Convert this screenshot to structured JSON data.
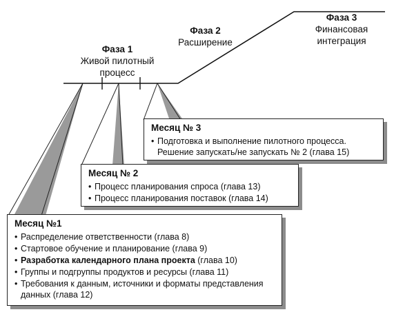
{
  "phases": [
    {
      "title": "Фаза 1",
      "description": "Живой пилотный\nпроцесс"
    },
    {
      "title": "Фаза 2",
      "description": "Расширение"
    },
    {
      "title": "Фаза 3",
      "description": "Финансовая\nинтеграция"
    }
  ],
  "months": [
    {
      "title": "Месяц №1",
      "items": [
        {
          "text": "Распределение ответственности (глава 8)",
          "bold_part": "",
          "rest": ""
        },
        {
          "text": "Стартовое обучение и планирование (глава 9)",
          "bold_part": "",
          "rest": ""
        },
        {
          "text": "",
          "bold_part": "Разработка календарного плана проекта",
          "rest": " (глава 10)"
        },
        {
          "text": "Группы и подгруппы продуктов и ресурсы (глава 11)",
          "bold_part": "",
          "rest": ""
        },
        {
          "text": "Требования к данным, источники и форматы представления данных (глава 12)",
          "bold_part": "",
          "rest": ""
        }
      ]
    },
    {
      "title": "Месяц № 2",
      "items": [
        {
          "text": "Процесс планирования спроса (глава 13)"
        },
        {
          "text": "Процесс планирования поставок (глава 14)"
        }
      ]
    },
    {
      "title": "Месяц № 3",
      "items": [
        {
          "text": "Подготовка и выполнение пилотного процесса. Решение запускать/не запускать № 2 (глава 15)"
        }
      ]
    }
  ]
}
